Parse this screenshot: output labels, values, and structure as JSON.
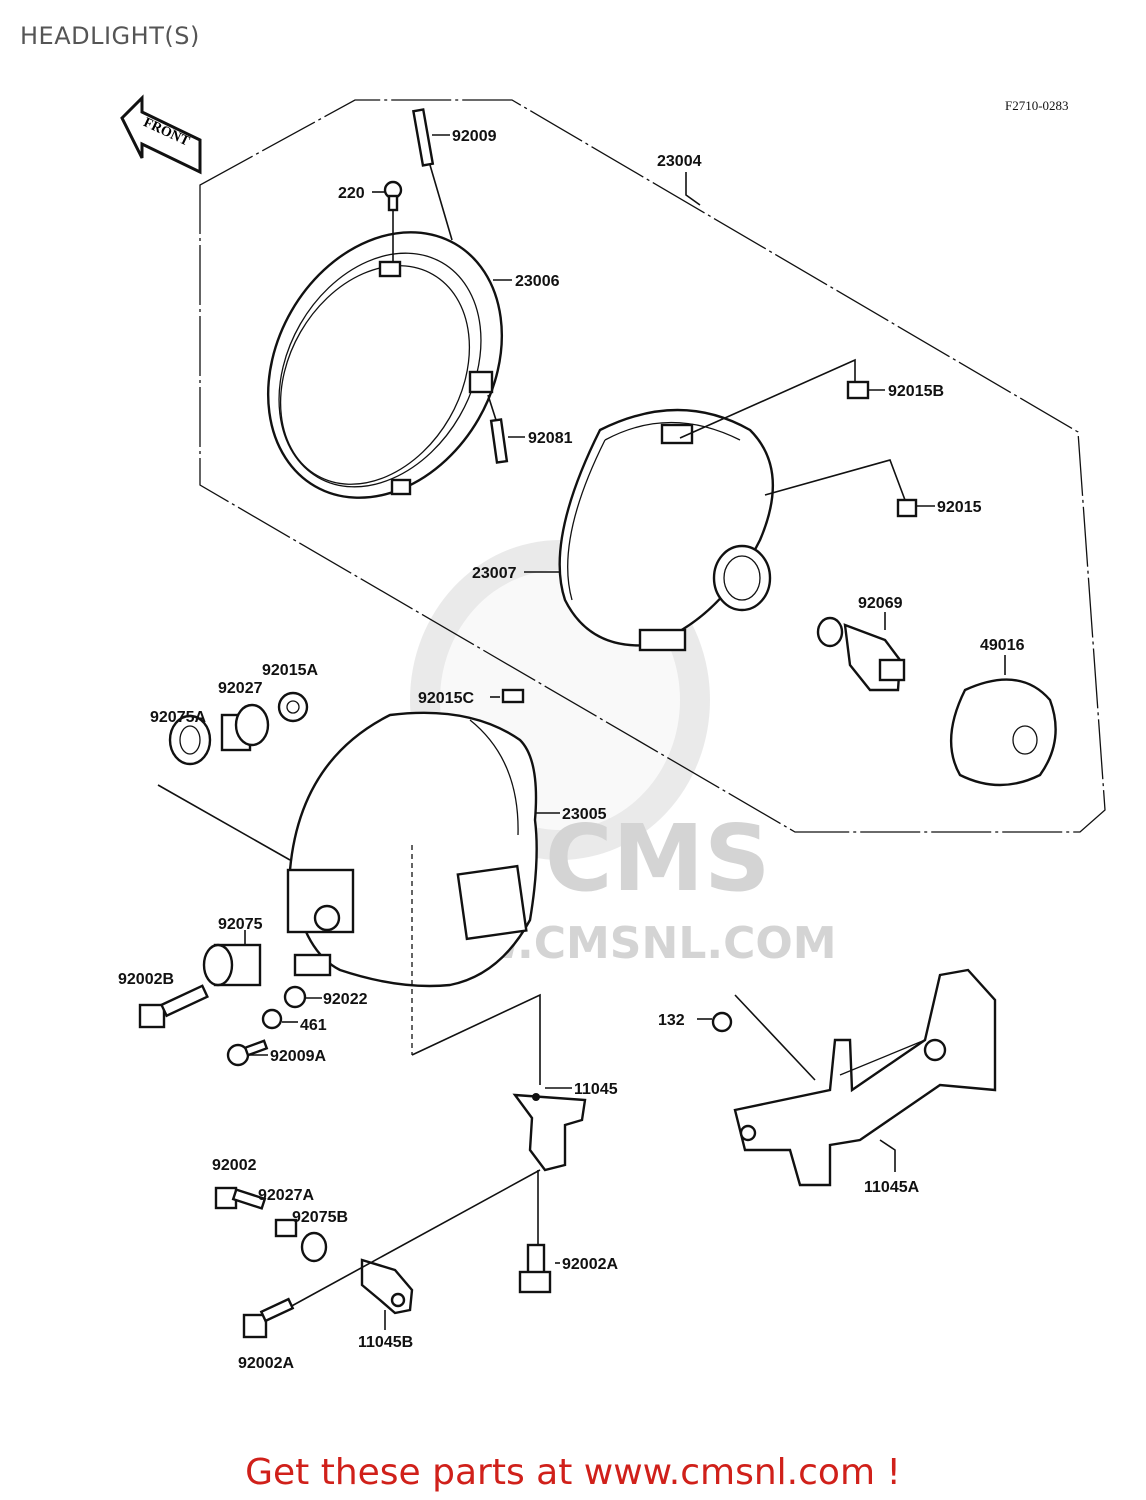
{
  "page": {
    "title": "HEADLIGHT(S)"
  },
  "diagram": {
    "figure_code": "F2710-0283",
    "front_arrow": "FRONT",
    "watermark": {
      "brand": "CMS",
      "url": "WWW.CMSNL.COM"
    },
    "labels": {
      "l92009": "92009",
      "l23004": "23004",
      "l220": "220",
      "l23006": "23006",
      "l92015B": "92015B",
      "l92081": "92081",
      "l92015": "92015",
      "l23007": "23007",
      "l92069": "92069",
      "l49016": "49016",
      "l92015A": "92015A",
      "l92027": "92027",
      "l92075A": "92075A",
      "l92015C": "92015C",
      "l23005": "23005",
      "l92075": "92075",
      "l92002B": "92002B",
      "l92022": "92022",
      "l461": "461",
      "l92009A": "92009A",
      "l132": "132",
      "l11045": "11045",
      "l11045A": "11045A",
      "l92002": "92002",
      "l92027A": "92027A",
      "l92075B": "92075B",
      "l92002A_1": "92002A",
      "l11045B": "11045B",
      "l92002A_2": "92002A"
    }
  },
  "footer": {
    "promo": "Get these parts at www.cmsnl.com !"
  }
}
